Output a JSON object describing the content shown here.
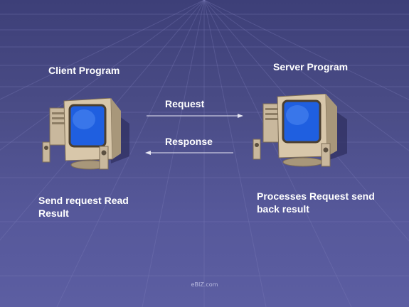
{
  "nodes": {
    "client": {
      "title": "Client Program",
      "caption_line1": "Send request  Read",
      "caption_line2": "Result",
      "icon": "desktop-computer-icon"
    },
    "server": {
      "title": "Server Program",
      "caption_line1": "Processes Request send",
      "caption_line2": "back result",
      "icon": "desktop-computer-icon"
    }
  },
  "edges": {
    "request": {
      "label": "Request",
      "direction": "client-to-server"
    },
    "response": {
      "label": "Response",
      "direction": "server-to-client"
    }
  },
  "footer": "eBIZ.com",
  "colors": {
    "background_top": "#3d3f78",
    "background_bottom": "#5c5ea2",
    "screen": "#1f5fe0",
    "text": "#ffffff"
  }
}
